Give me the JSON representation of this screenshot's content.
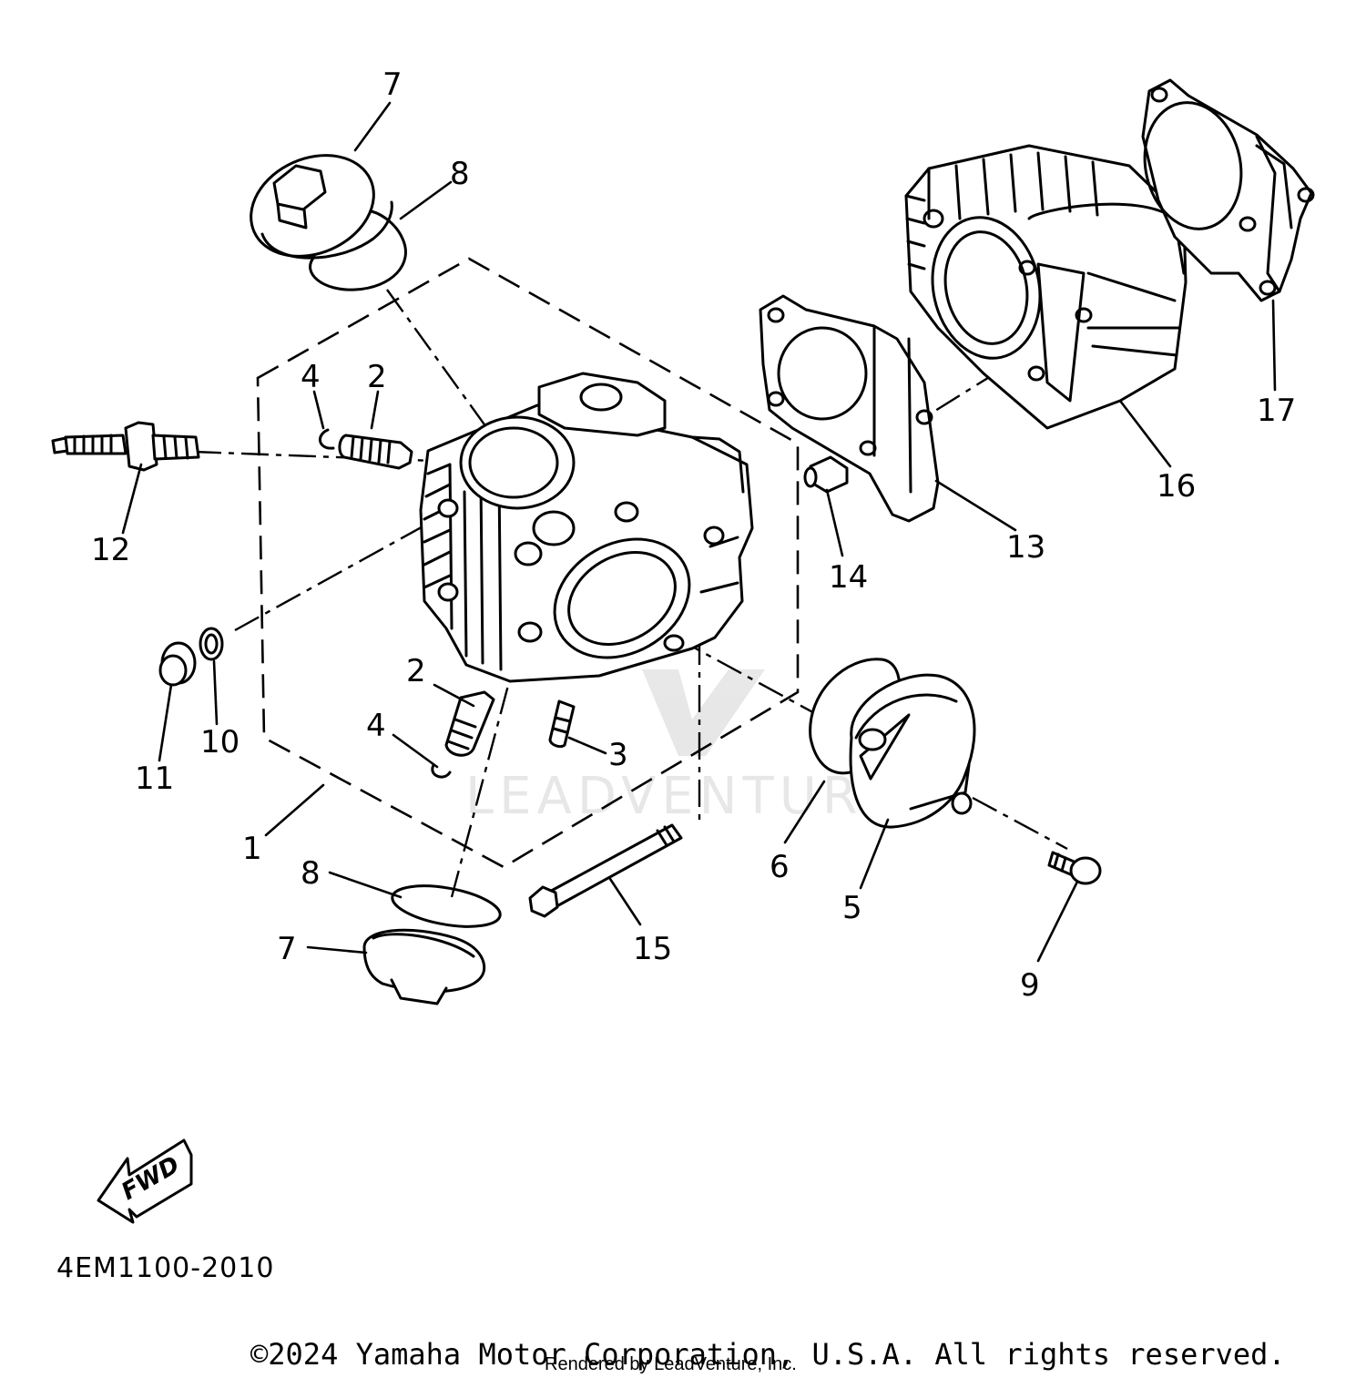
{
  "diagram": {
    "callouts": [
      "7",
      "8",
      "4",
      "2",
      "12",
      "11",
      "10",
      "2",
      "4",
      "3",
      "1",
      "8",
      "7",
      "15",
      "6",
      "5",
      "9",
      "14",
      "13",
      "16",
      "17"
    ],
    "part_code": "4EM1100-2010",
    "fwd_label": "FWD",
    "watermark": "LEADVENTURE",
    "copyright": "©2024 Yamaha Motor Corporation, U.S.A. All rights reserved.",
    "rendered_by": "Rendered by LeadVenture, Inc."
  }
}
